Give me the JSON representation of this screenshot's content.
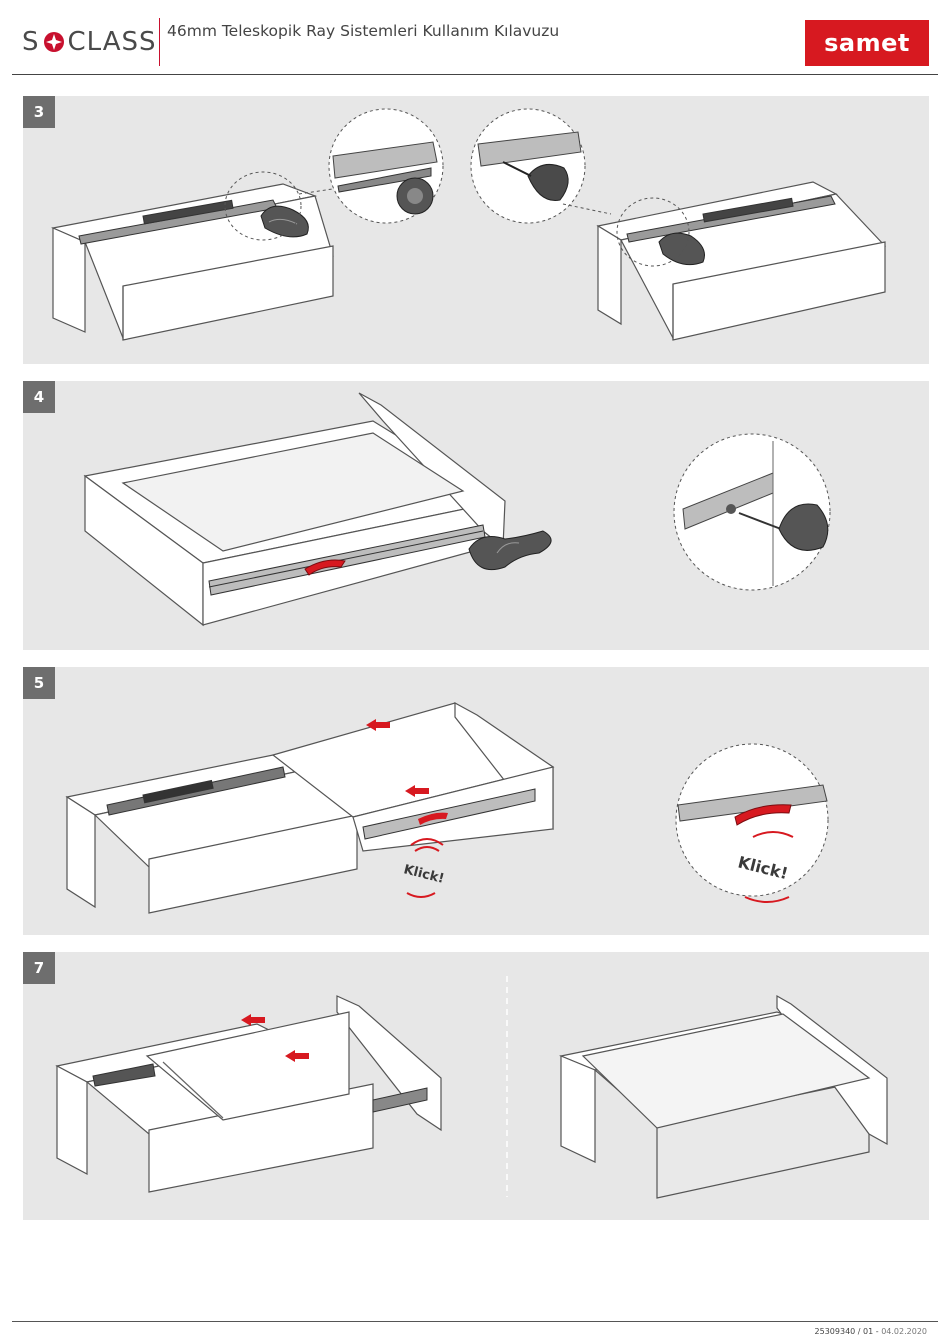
{
  "header": {
    "brand_left_prefix": "S",
    "brand_left_suffix": "CLASS",
    "title": "46mm Teleskopik Ray Sistemleri Kullanım Kılavuzu",
    "brand_right": "samet"
  },
  "steps": [
    {
      "number": "3"
    },
    {
      "number": "4"
    },
    {
      "number": "5",
      "sound_label": "Klick!",
      "sound_label_detail": "Klick!"
    },
    {
      "number": "7"
    }
  ],
  "footer": {
    "doc_code": "25309340 / 01 - ",
    "date": "04.02.2020"
  },
  "colors": {
    "brand_red": "#d71920",
    "panel_bg": "#e7e7e7",
    "badge_bg": "#6e6e6e"
  }
}
